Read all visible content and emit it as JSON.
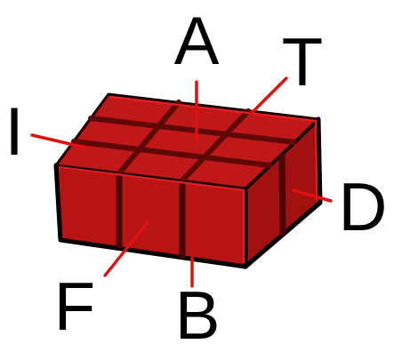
{
  "diagram": {
    "labels": [
      "A",
      "T",
      "I",
      "D",
      "F",
      "B"
    ]
  }
}
